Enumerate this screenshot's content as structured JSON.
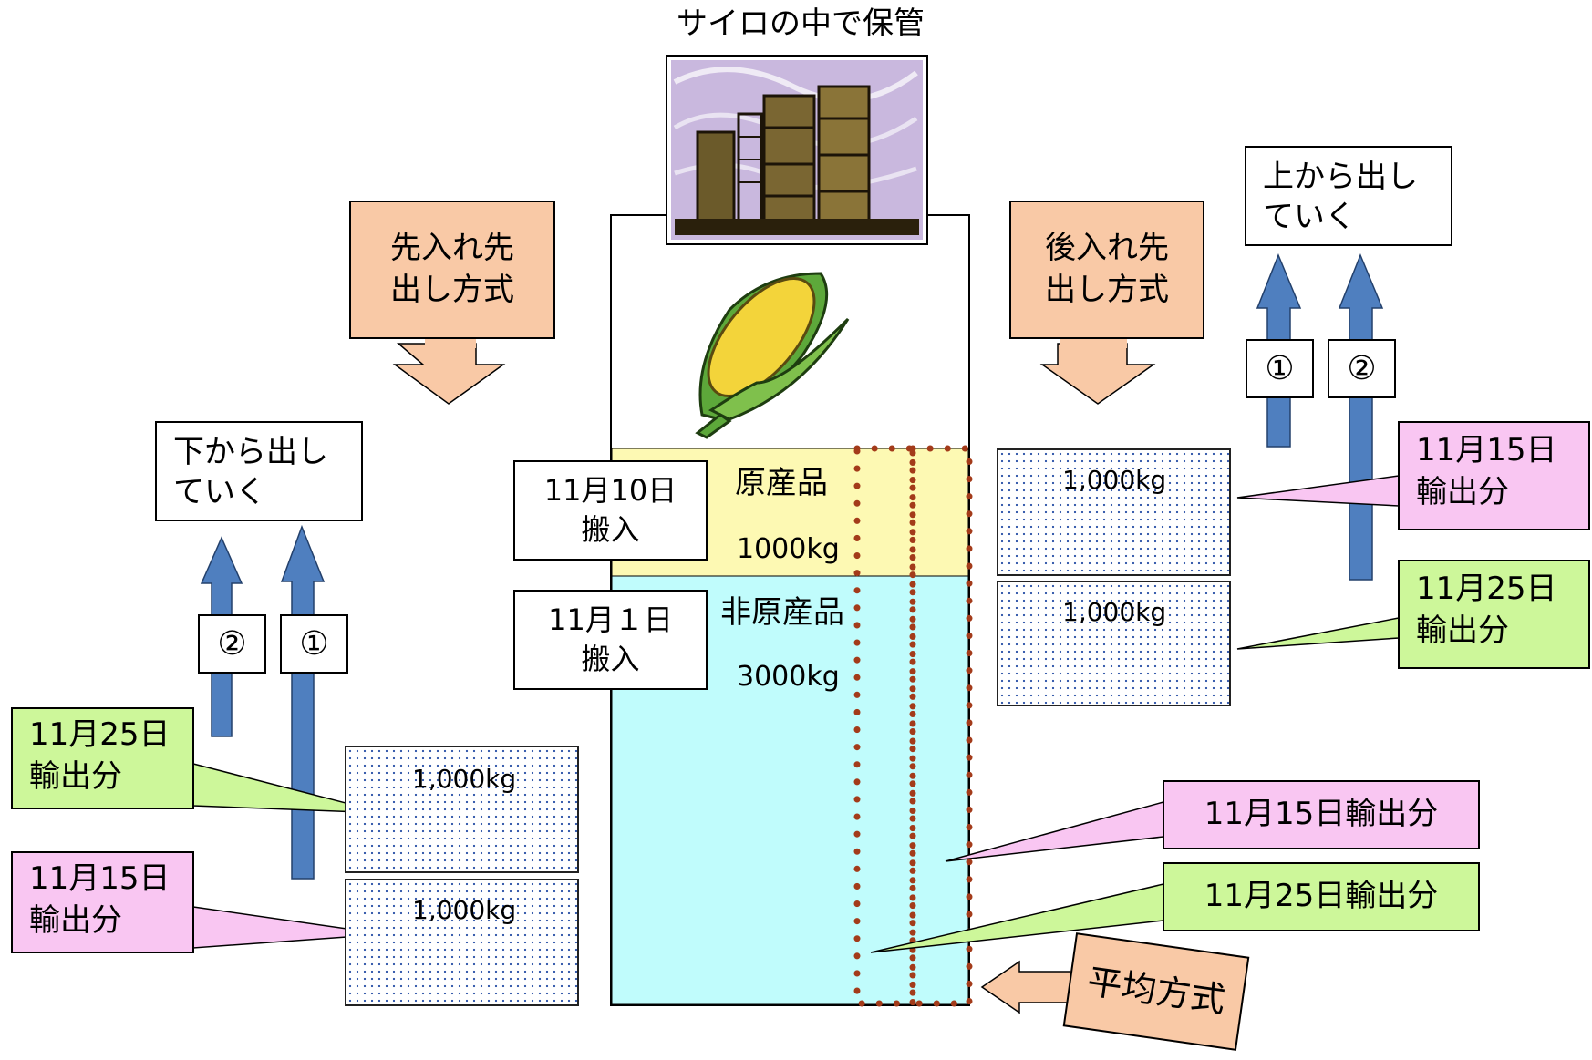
{
  "title": "サイロの中で保管",
  "fifo": {
    "label": "先入れ先出し方式",
    "line1": "先入れ先",
    "line2": "出し方式",
    "exit_label_1": "下から出し",
    "exit_label_2": "ていく",
    "arrow_left": "②",
    "arrow_right": "①"
  },
  "lifo": {
    "label": "後入れ先出し方式",
    "line1": "後入れ先",
    "line2": "出し方式",
    "exit_label_1": "上から出し",
    "exit_label_2": "ていく",
    "arrow_left": "①",
    "arrow_right": "②"
  },
  "average": {
    "label": "平均方式"
  },
  "silo": {
    "origin": {
      "name": "原産品",
      "amount": "1000kg",
      "date": "11月10日",
      "action": "搬入"
    },
    "non_origin": {
      "name": "非原産品",
      "amount": "3000kg",
      "date": "11月１日",
      "action": "搬入"
    }
  },
  "fifo_blocks": [
    {
      "amount": "1,000kg",
      "callout_1": "11月25日",
      "callout_2": "輸出分"
    },
    {
      "amount": "1,000kg",
      "callout_1": "11月15日",
      "callout_2": "輸出分"
    }
  ],
  "lifo_blocks": [
    {
      "amount": "1,000kg",
      "callout_1": "11月15日",
      "callout_2": "輸出分"
    },
    {
      "amount": "1,000kg",
      "callout_1": "11月25日",
      "callout_2": "輸出分"
    }
  ],
  "average_callouts": [
    "11月15日輸出分",
    "11月25日輸出分"
  ],
  "colors": {
    "origin": "#fdf9b3",
    "non_origin": "#c0fcfc",
    "peach": "#f9c9a6",
    "pink": "#f9c6f2",
    "green": "#cdf79a",
    "arrow": "#4f7fbf",
    "dots": "#a33b1a"
  }
}
